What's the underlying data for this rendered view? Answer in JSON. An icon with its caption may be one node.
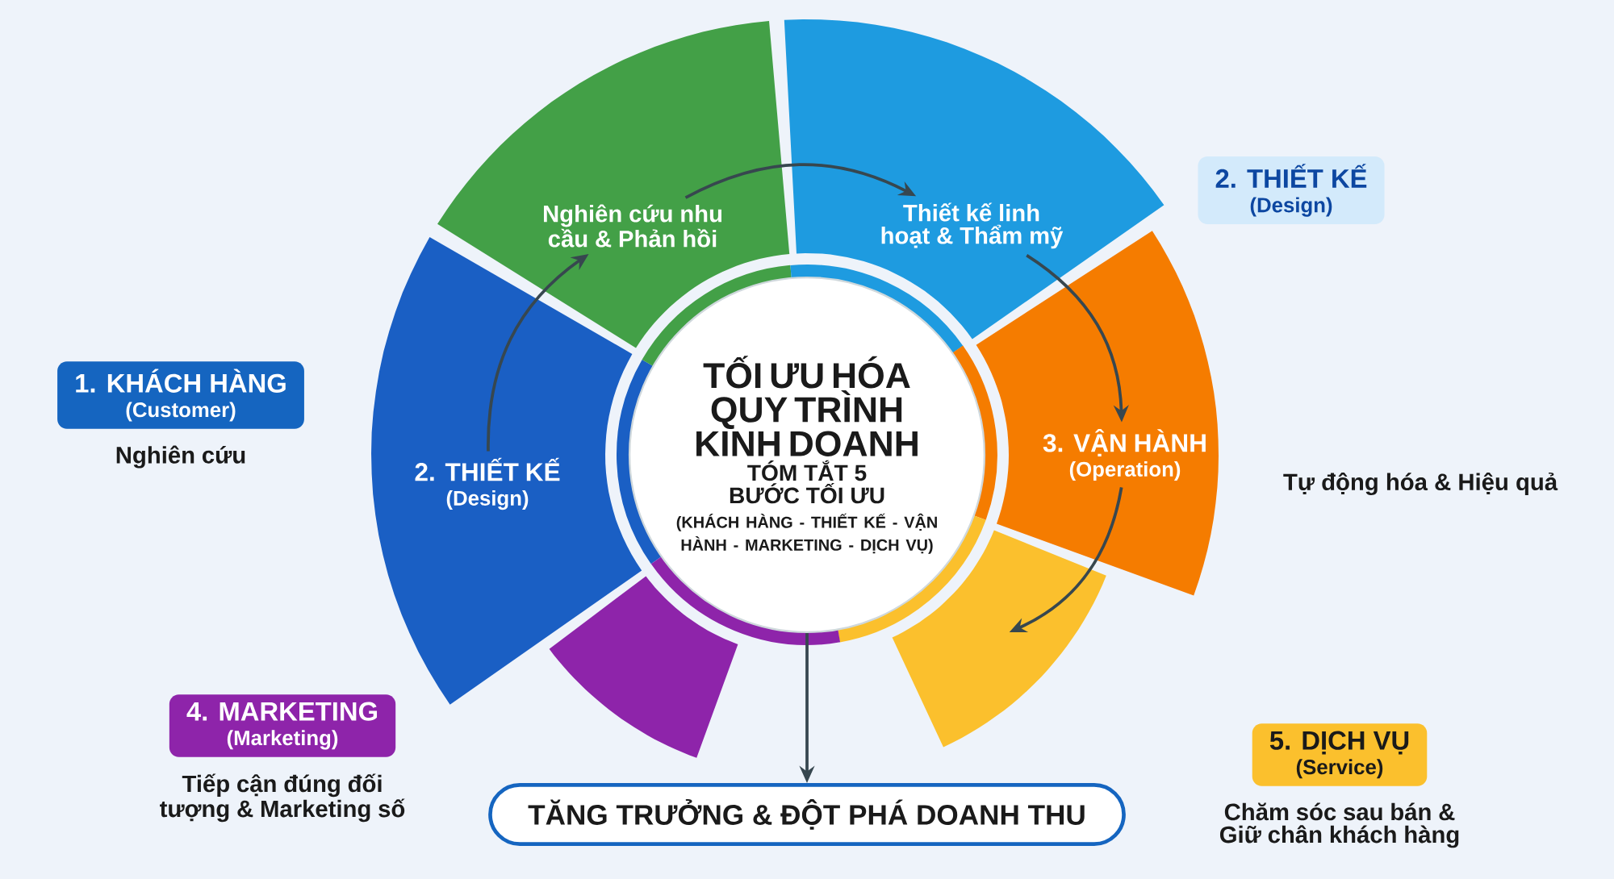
{
  "diagram": {
    "nodes": [
      {
        "text": [
          "1. KHÁCH HÀNG",
          "(Customer)"
        ],
        "beside": [
          "Nghiên cứu"
        ]
      },
      {
        "text": [
          "2. THIẾT KẾ",
          "(Design)"
        ]
      },
      {
        "text": [
          "Nghiên cứu nhu cầu & Phản hồi"
        ]
      },
      {
        "text": [
          "Thiết kế linh hoạt & Thẩm mỹ"
        ]
      },
      {
        "text": [
          "2. THIẾT KẾ",
          "(Design)"
        ]
      },
      {
        "text": [
          "3. VẬN HÀNH",
          "(Operation)"
        ]
      },
      {
        "text": [],
        "shape": "wedge"
      },
      {
        "text": [],
        "shape": "wedge"
      },
      {
        "text": [
          "4. MARKETING",
          "(Marketing)"
        ],
        "beside": [
          "Tiếp cận đúng đối tượng & Marketing số"
        ]
      },
      {
        "text": [
          "5. DỊCH VỤ",
          "(Service)"
        ],
        "beside": [
          "Chăm sóc sau bán & Giữ chân khách hàng"
        ]
      },
      {
        "text": [
          "TỐI ƯU HÓA QUY TRÌNH KINH DOANH",
          "TÓM TẮT 5 BƯỚC TỐI ƯU",
          "(KHÁCH HÀNG - THIẾT KẾ - VẬN HÀNH - MARKETING - DỊCH VỤ)"
        ]
      },
      {
        "text": [
          "TĂNG TRƯỞNG & ĐỘT PHÁ DOANH THU"
        ]
      }
    ],
    "edges": [
      {
        "from": 1,
        "to": 2,
        "arrow": "to"
      },
      {
        "from": 2,
        "to": 3,
        "arrow": "to"
      },
      {
        "from": 3,
        "to": 5,
        "arrow": "to"
      },
      {
        "from": 5,
        "to": 7,
        "arrow": "to"
      },
      {
        "from": 10,
        "to": 11,
        "arrow": "to"
      }
    ],
    "labels": [
      "Tự động hóa & Hiệu quả"
    ]
  }
}
